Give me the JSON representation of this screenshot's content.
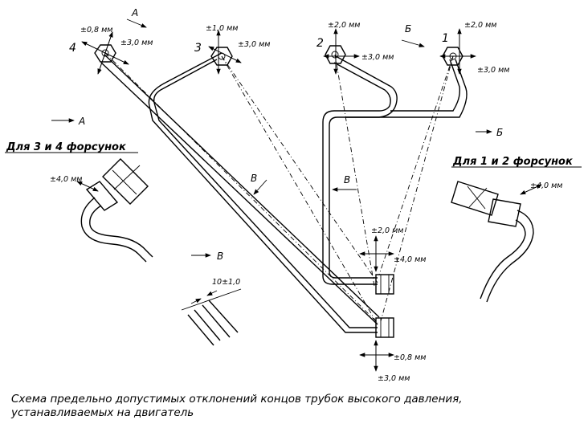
{
  "labels": {
    "nozzle_1": "1",
    "nozzle_2": "2",
    "nozzle_3": "3",
    "nozzle_4": "4",
    "view_a": "А",
    "view_b": "Б",
    "view_v": "В"
  },
  "tolerances": {
    "n4_top": "±0,8 мм",
    "n4_side": "±3,0 мм",
    "n3_top": "±1,0 мм",
    "n3_side": "±3,0 мм",
    "n2_top": "±2,0 мм",
    "n2_side": "±3,0 мм",
    "n1_top": "±2,0 мм",
    "n1_side": "±3,0 мм",
    "left_detail": "±4,0 мм",
    "right_detail": "±4,0 мм",
    "pump_upper_top": "±2,0 мм",
    "pump_upper_side": "±4,0 мм",
    "pump_lower_side": "±0,8 мм",
    "pump_lower_bottom": "±3,0 мм",
    "gap": "10±1,0"
  },
  "headings": {
    "left": "Для 3 и 4 форсунок",
    "right": "Для 1 и 2 форсунок"
  },
  "caption": {
    "line1": "Схема предельно допустимых отклонений концов трубок высокого давления,",
    "line2": "устанавливаемых на двигатель"
  }
}
